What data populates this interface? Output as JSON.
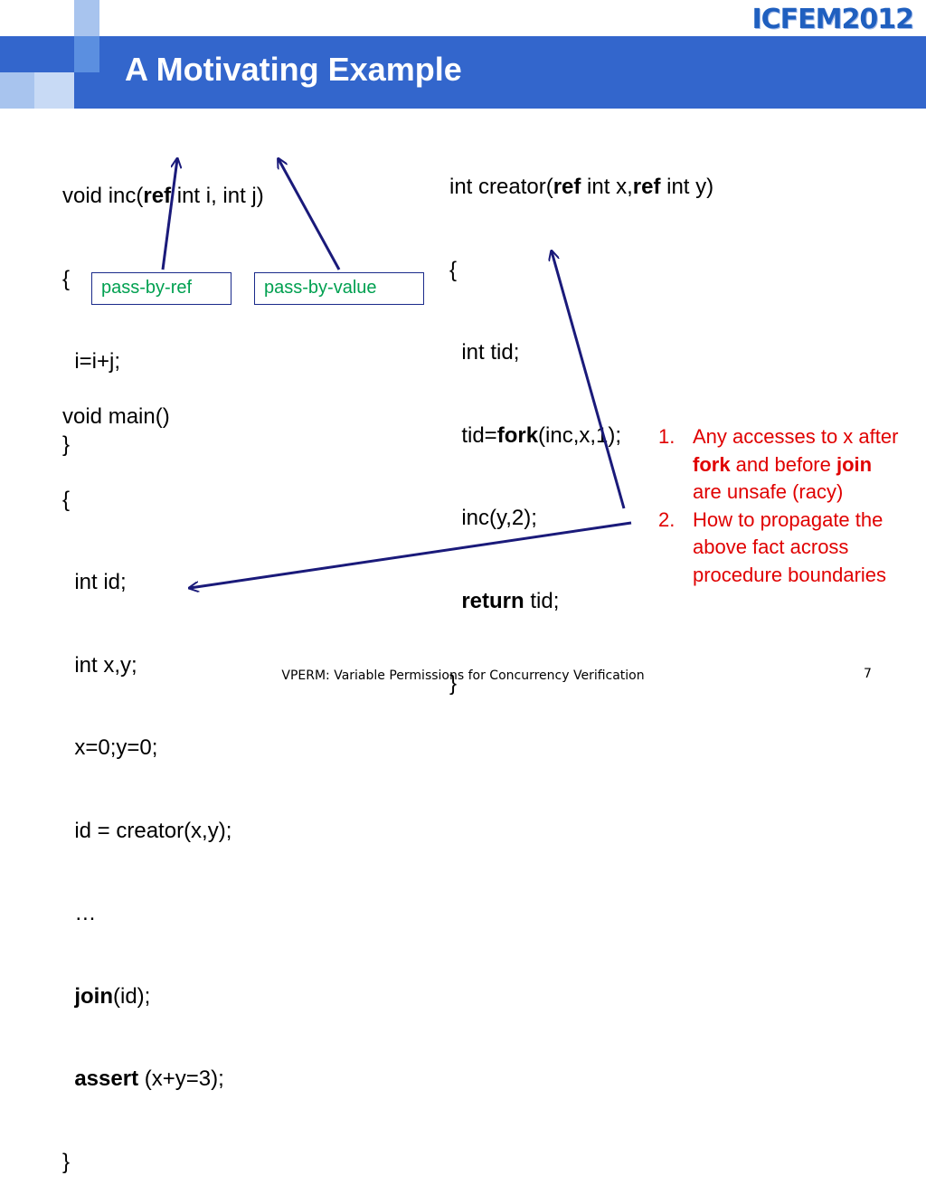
{
  "slide": {
    "title": "A Motivating Example",
    "logo": "ICFEM2012",
    "footer": "VPERM: Variable Permissions for Concurrency Verification",
    "page_number": "7"
  },
  "inc_code": {
    "sig_pre": "void inc(",
    "sig_ref": "ref",
    "sig_post": " int i, int j)",
    "open": "{",
    "body": "  i=i+j;",
    "close": "}"
  },
  "labels": {
    "pass_by_ref": "pass-by-ref",
    "pass_by_value": "pass-by-value"
  },
  "creator_code": {
    "sig_pre": "int creator(",
    "ref1": "ref",
    "mid": " int x,",
    "ref2": "ref",
    "sig_post": " int y)",
    "open": "{",
    "line1": "  int tid;",
    "line2_pre": "  tid=",
    "line2_kw": "fork",
    "line2_post": "(inc,x,1);",
    "line3": "  inc(y,2);",
    "line4_kw": "  return",
    "line4_post": " tid;",
    "close": "}"
  },
  "main_code": {
    "sig": "void main()",
    "open": "{",
    "line1": "  int id;",
    "line2": "  int x,y;",
    "line3": "  x=0;y=0;",
    "line4": "  id = creator(x,y);",
    "line5": "  …",
    "line6_kw": "  join",
    "line6_post": "(id);",
    "line7_kw": "  assert",
    "line7_post": " (x+y=3);",
    "close": "}"
  },
  "notes": [
    {
      "num": "1.",
      "p1": "Any accesses to x after ",
      "b1": "fork",
      "p2": " and before ",
      "b2": "join",
      "p3": " are unsafe (racy)"
    },
    {
      "num": "2.",
      "text": "How to propagate the above fact across procedure boundaries"
    }
  ],
  "colors": {
    "band": "#3366cc",
    "notes": "#e00000",
    "labels_text": "#00a050",
    "arrows": "#1a1a7a"
  }
}
